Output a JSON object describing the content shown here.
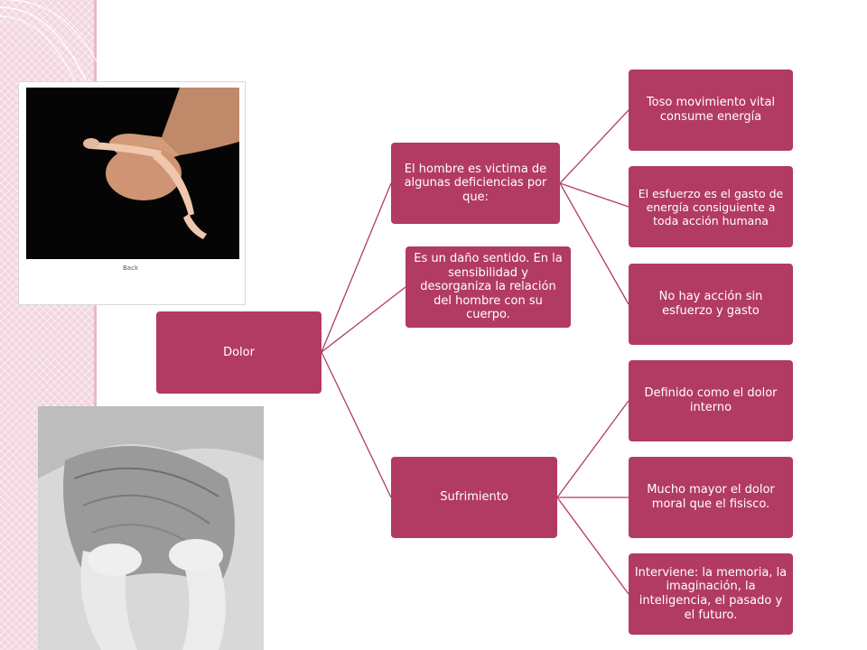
{
  "diagram": {
    "root": "Dolor",
    "branch_1": "El hombre es victima de algunas deficiencias por que:",
    "branch_1_children": [
      "Toso movimiento vital consume energía",
      "El esfuerzo es el gasto de energía consiguiente a toda acción humana",
      "No hay acción sin esfuerzo y gasto"
    ],
    "branch_2": "Es un daño sentido. En la sensibilidad y desorganiza la relación del hombre con su cuerpo.",
    "branch_3": "Sufrimiento",
    "branch_3_children": [
      "Definido como el dolor interno",
      "Mucho mayor el dolor moral que el fisisco.",
      "Interviene: la memoria, la imaginación, la inteligencia, el pasado y el futuro."
    ]
  },
  "images": {
    "top_photo_caption": "Back"
  },
  "colors": {
    "node_fill": "#b23b63",
    "node_text": "#ffffff",
    "connector": "#b23b63",
    "left_band": "#f3d6e2"
  }
}
